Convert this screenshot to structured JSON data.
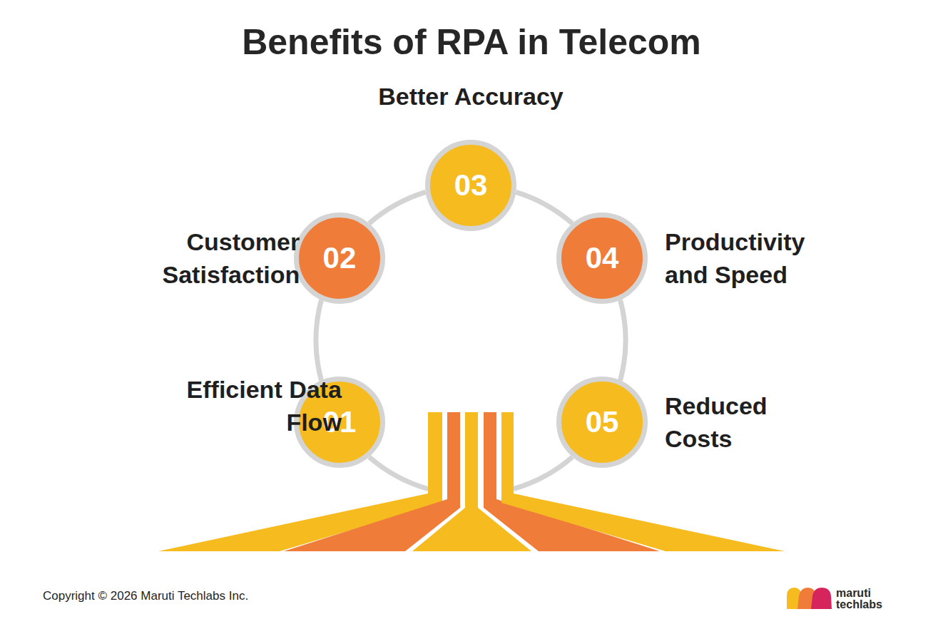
{
  "diagram": {
    "title": "Benefits of RPA in Telecom",
    "nodes": [
      {
        "text": [
          "01",
          "Efficient Data Flow"
        ]
      },
      {
        "text": [
          "02",
          "Customer Satisfaction"
        ]
      },
      {
        "text": [
          "03",
          "Better Accuracy"
        ]
      },
      {
        "text": [
          "04",
          "Productivity and Speed"
        ]
      },
      {
        "text": [
          "05",
          "Reduced Costs"
        ]
      }
    ],
    "edges": [
      {
        "from": 0,
        "to": 1,
        "arrow": "none"
      },
      {
        "from": 1,
        "to": 2,
        "arrow": "none"
      },
      {
        "from": 2,
        "to": 3,
        "arrow": "none"
      },
      {
        "from": 3,
        "to": 4,
        "arrow": "none"
      }
    ],
    "labels": [
      "Copyright © 2026 Maruti Techlabs Inc.",
      "maruti techlabs"
    ]
  }
}
